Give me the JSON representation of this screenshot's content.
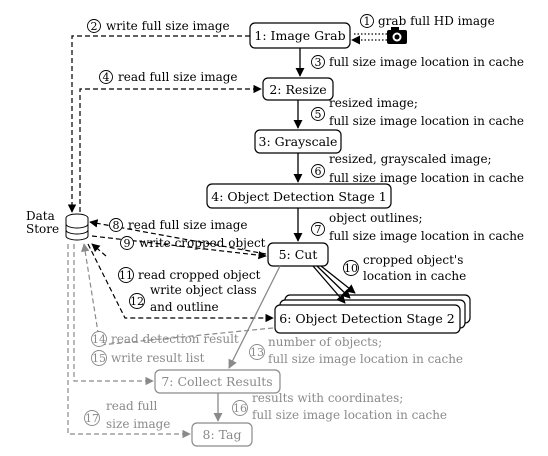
{
  "data_store": {
    "line1": "Data",
    "line2": "Store"
  },
  "boxes": {
    "image_grab": "1: Image Grab",
    "resize": "2: Resize",
    "grayscale": "3: Grayscale",
    "odstage1": "4: Object Detection Stage 1",
    "cut": "5: Cut",
    "odstage2": "6: Object Detection Stage 2",
    "collect": "7: Collect Results",
    "tag": "8: Tag"
  },
  "steps": [
    {
      "n": "1",
      "lines": [
        "grab full HD image"
      ]
    },
    {
      "n": "2",
      "lines": [
        "write full size image"
      ]
    },
    {
      "n": "3",
      "lines": [
        "full size image location in cache"
      ]
    },
    {
      "n": "4",
      "lines": [
        "read full size image"
      ]
    },
    {
      "n": "5",
      "lines": [
        "resized image;",
        "full size image location in cache"
      ]
    },
    {
      "n": "6",
      "lines": [
        "resized, grayscaled image;",
        "full size image location in cache"
      ]
    },
    {
      "n": "7",
      "lines": [
        "object outlines;",
        "full size image location in cache"
      ]
    },
    {
      "n": "8",
      "lines": [
        "read full size image"
      ]
    },
    {
      "n": "9",
      "lines": [
        "write cropped object"
      ]
    },
    {
      "n": "10",
      "lines": [
        "cropped object's",
        "location in cache"
      ]
    },
    {
      "n": "11",
      "lines": [
        "read cropped object",
        "write object class"
      ]
    },
    {
      "n": "12",
      "lines": [
        "and outline"
      ]
    },
    {
      "n": "13",
      "lines": [
        "number of objects;",
        "full size image location in cache"
      ]
    },
    {
      "n": "14",
      "lines": [
        "read detection result"
      ]
    },
    {
      "n": "15",
      "lines": [
        "write result list"
      ]
    },
    {
      "n": "16",
      "lines": [
        "results with coordinates;",
        "full size image location in cache"
      ]
    },
    {
      "n": "17",
      "lines": [
        "read full",
        "size image"
      ]
    }
  ],
  "icons": {
    "camera": "camera-icon",
    "database": "database-icon"
  }
}
